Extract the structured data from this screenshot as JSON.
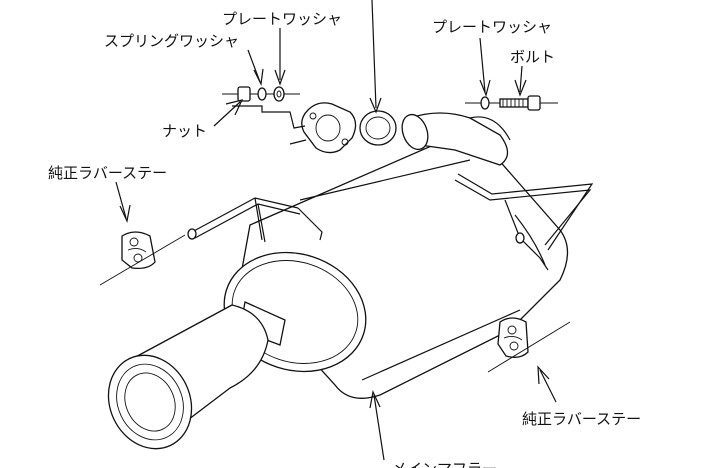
{
  "labels": {
    "plate_washer_left": "プレートワッシャ",
    "spring_washer": "スプリングワッシャ",
    "nut": "ナット",
    "plate_washer_right": "プレートワッシャ",
    "bolt": "ボルト",
    "rubber_stay_left": "純正ラバーステー",
    "rubber_stay_right": "純正ラバーステー",
    "main_muffler": "メインマフラー"
  },
  "colors": {
    "ink": "#111111",
    "paper": "#ffffff"
  }
}
